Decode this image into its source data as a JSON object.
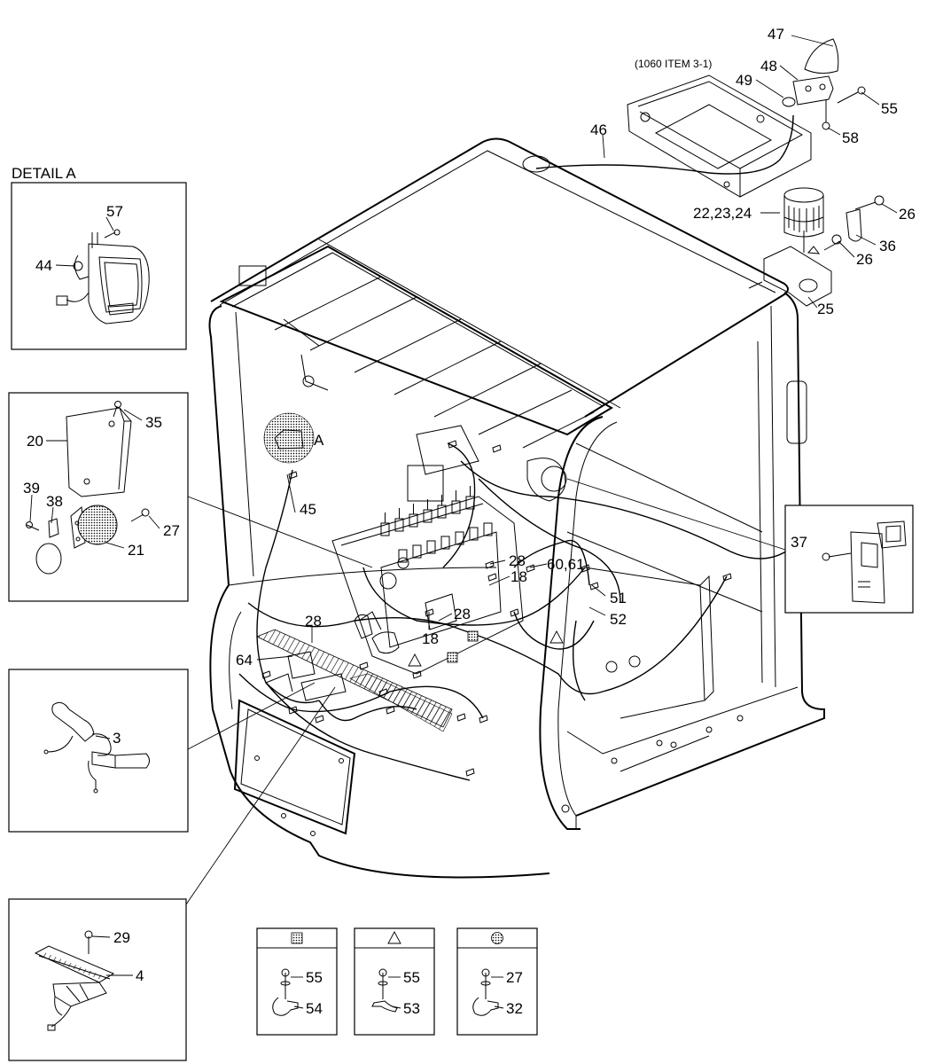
{
  "detail_title": "DETAIL A",
  "reference_note": "(1060 ITEM 3-1)",
  "detail_marker": "A",
  "callouts": {
    "c47": "47",
    "c48": "48",
    "c49": "49",
    "c55a": "55",
    "c58": "58",
    "c46": "46",
    "c222324": "22,23,24",
    "c26a": "26",
    "c36": "36",
    "c26b": "26",
    "c25": "25",
    "c57": "57",
    "c44": "44",
    "c35": "35",
    "c20": "20",
    "c39": "39",
    "c38": "38",
    "c27a": "27",
    "c21": "21",
    "c45": "45",
    "c37": "37",
    "c28a": "28",
    "c6061": "60,61",
    "c18a": "18",
    "c51": "51",
    "c52": "52",
    "c28b": "28",
    "c18b": "18",
    "c28c": "28",
    "c64": "64",
    "c3": "3",
    "c29": "29",
    "c4": "4"
  },
  "legend": [
    {
      "symbol": "square-dotted",
      "top_label": "55",
      "bottom_label": "54"
    },
    {
      "symbol": "triangle",
      "top_label": "55",
      "bottom_label": "53"
    },
    {
      "symbol": "circle-dotted",
      "top_label": "27",
      "bottom_label": "32"
    }
  ]
}
